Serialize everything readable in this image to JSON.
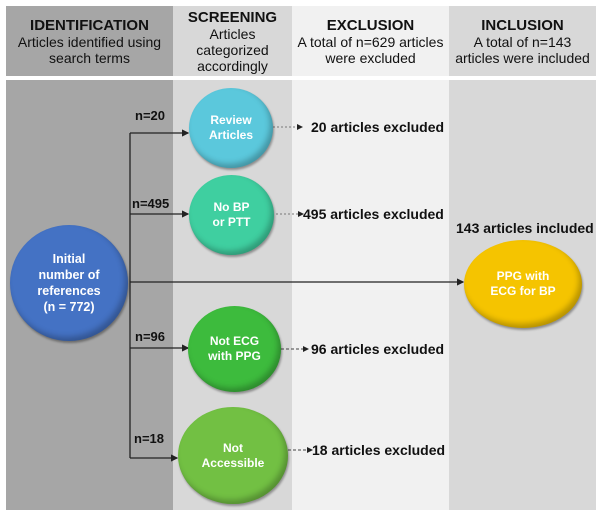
{
  "columns": [
    {
      "title": "IDENTIFICATION",
      "subtitle": "Articles identified using search terms",
      "color": "#a6a6a6"
    },
    {
      "title": "SCREENING",
      "subtitle": "Articles categorized accordingly",
      "color": "#d8d8d8"
    },
    {
      "title": "EXCLUSION",
      "subtitle": "A total of n=629 articles were excluded",
      "color": "#f1f1f1"
    },
    {
      "title": "INCLUSION",
      "subtitle": "A total of n=143 articles were included",
      "color": "#d8d8d8"
    }
  ],
  "header_lines": {
    "c1": [
      "Articles identified using",
      "search terms"
    ],
    "c2": [
      "Articles",
      "categorized",
      "accordingly"
    ],
    "c3": [
      "A total of n=629 articles",
      "were excluded"
    ],
    "c4": [
      "A total of n=143",
      "articles were included"
    ]
  },
  "source": {
    "lines": [
      "Initial",
      "number of",
      "references",
      "(n = 772)"
    ],
    "color": "#4472c4"
  },
  "branches": [
    {
      "n_label": "n=20",
      "lines": [
        "Review",
        "Articles"
      ],
      "color": "#5bc8dc",
      "excluded": "20 articles excluded"
    },
    {
      "n_label": "n=495",
      "lines": [
        "No BP",
        "or PTT"
      ],
      "color": "#3fcfa0",
      "excluded": "495 articles excluded"
    },
    {
      "n_label": "n=96",
      "lines": [
        "Not ECG",
        "with PPG"
      ],
      "color": "#3dbb3d",
      "excluded": "96 articles excluded"
    },
    {
      "n_label": "n=18",
      "lines": [
        "Not",
        "Accessible"
      ],
      "color": "#72c043",
      "excluded": "18 articles excluded"
    }
  ],
  "inclusion": {
    "label": "143 articles included",
    "lines": [
      "PPG with",
      "ECG for BP"
    ],
    "color": "#f5c400"
  }
}
